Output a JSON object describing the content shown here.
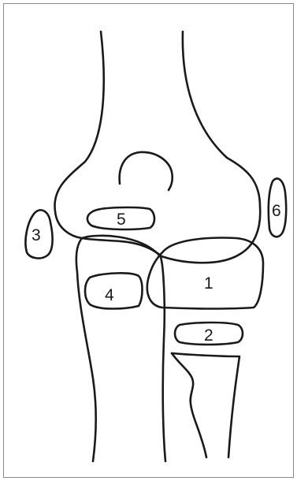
{
  "labels": {
    "l1": "1",
    "l2": "2",
    "l3": "3",
    "l4": "4",
    "l5": "5",
    "l6": "6"
  },
  "colors": {
    "line": "#1a1a1a",
    "frame": "#8a8a8a",
    "background": "#ffffff"
  }
}
